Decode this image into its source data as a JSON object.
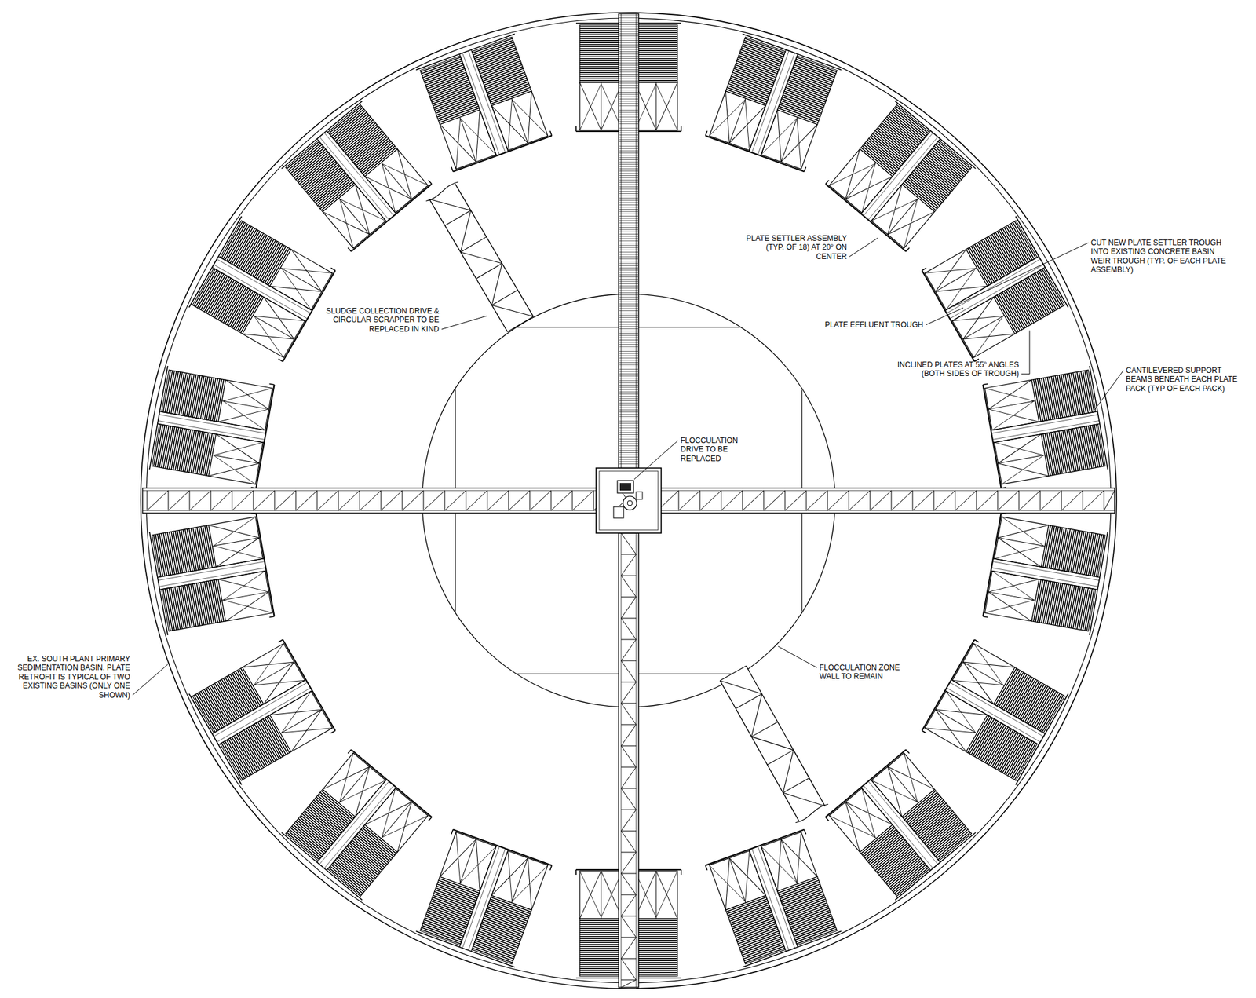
{
  "diagram": {
    "labels": [
      "PLATE SETTLER ASSEMBLY (TYP. OF 18) AT 20° ON CENTER",
      "CUT NEW PLATE SETTLER TROUGH INTO EXISTING CONCRETE BASIN WEIR TROUGH (TYP. OF EACH PLATE ASSEMBLY)",
      "SLUDGE COLLECTION DRIVE & CIRCULAR SCRAPPER TO BE REPLACED IN KIND",
      "PLATE EFFLUENT TROUGH",
      "INCLINED PLATES AT 55° ANGLES (BOTH SIDES OF TROUGH)",
      "CANTILEVERED SUPPORT BEAMS BENEATH EACH PLATE PACK (TYP OF EACH PACK)",
      "FLOCCULATION DRIVE TO BE REPLACED",
      "EX. SOUTH PLANT PRIMARY SEDIMENTATION BASIN. PLATE RETROFIT IS TYPICAL OF TWO EXISTING BASINS (ONLY ONE SHOWN)",
      "FLOCCULATION ZONE WALL TO REMAIN"
    ]
  }
}
